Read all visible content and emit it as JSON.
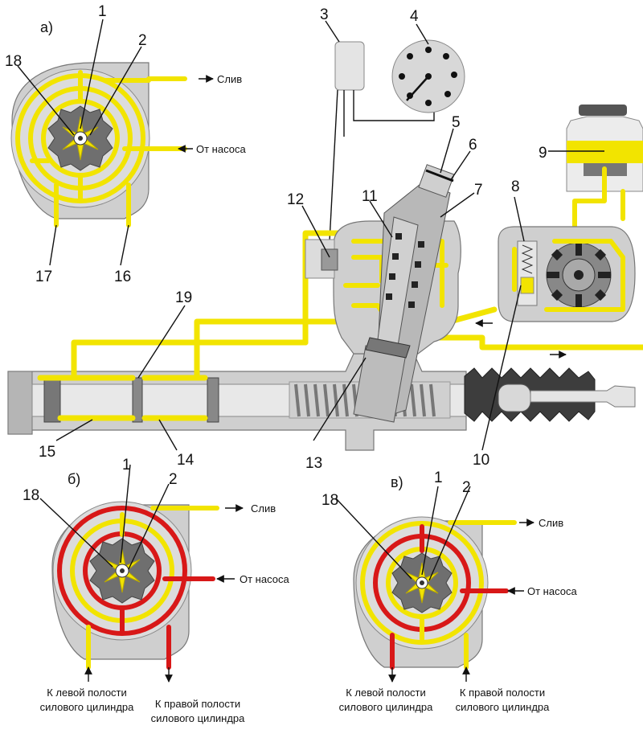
{
  "panels": {
    "a": "а)",
    "b": "б)",
    "c": "в)"
  },
  "labels": {
    "drain": "Слив",
    "from_pump": "От насоса",
    "left_cavity": [
      "К левой полости",
      "силового цилиндра"
    ],
    "right_cavity": [
      "К правой полости",
      "силового цилиндра"
    ]
  },
  "numbers": {
    "n1": "1",
    "n2": "2",
    "n3": "3",
    "n4": "4",
    "n5": "5",
    "n6": "6",
    "n7": "7",
    "n8": "8",
    "n9": "9",
    "n10": "10",
    "n11": "11",
    "n12": "12",
    "n13": "13",
    "n14": "14",
    "n15": "15",
    "n16": "16",
    "n17": "17",
    "n18": "18",
    "n19": "19"
  },
  "colors": {
    "oil_return": "#f2e400",
    "oil_pressure": "#d81818",
    "housing": "#cfcfcf"
  }
}
